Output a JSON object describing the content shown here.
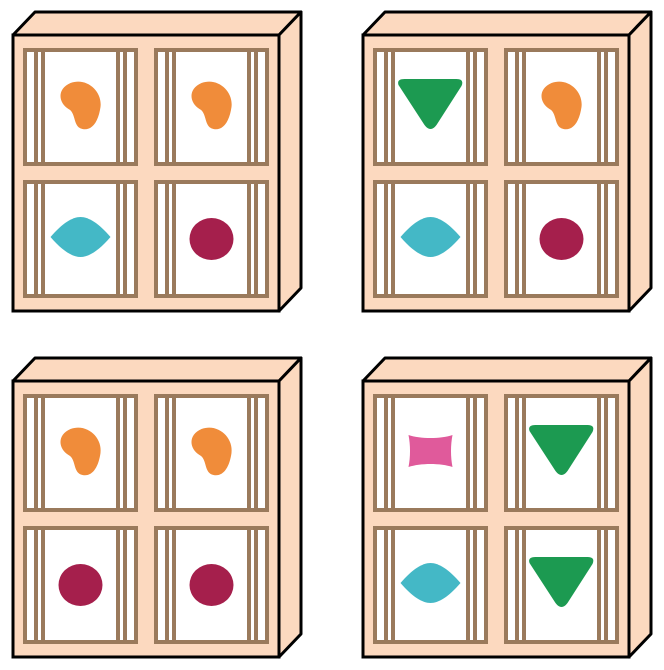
{
  "colors": {
    "box_fill": "#fcd9bf",
    "outline": "#000000",
    "window_frame": "#9a7a5c",
    "window_panel": "#ffffff"
  },
  "shape_colors": {
    "kidney-bean": "#f08c3a",
    "diamond": "#44b8c6",
    "circle": "#a51f4c",
    "triangle": "#1c9a51",
    "bowtie": "#e05a9b"
  },
  "boxes": [
    {
      "id": "box-top-left",
      "compartments": [
        {
          "position": "top-left",
          "shape": "kidney-bean"
        },
        {
          "position": "top-right",
          "shape": "kidney-bean"
        },
        {
          "position": "bottom-left",
          "shape": "diamond"
        },
        {
          "position": "bottom-right",
          "shape": "circle"
        }
      ]
    },
    {
      "id": "box-top-right",
      "compartments": [
        {
          "position": "top-left",
          "shape": "triangle"
        },
        {
          "position": "top-right",
          "shape": "kidney-bean"
        },
        {
          "position": "bottom-left",
          "shape": "diamond"
        },
        {
          "position": "bottom-right",
          "shape": "circle"
        }
      ]
    },
    {
      "id": "box-bottom-left",
      "compartments": [
        {
          "position": "top-left",
          "shape": "kidney-bean"
        },
        {
          "position": "top-right",
          "shape": "kidney-bean"
        },
        {
          "position": "bottom-left",
          "shape": "circle"
        },
        {
          "position": "bottom-right",
          "shape": "circle"
        }
      ]
    },
    {
      "id": "box-bottom-right",
      "compartments": [
        {
          "position": "top-left",
          "shape": "bowtie"
        },
        {
          "position": "top-right",
          "shape": "triangle"
        },
        {
          "position": "bottom-left",
          "shape": "diamond"
        },
        {
          "position": "bottom-right",
          "shape": "triangle"
        }
      ]
    }
  ]
}
